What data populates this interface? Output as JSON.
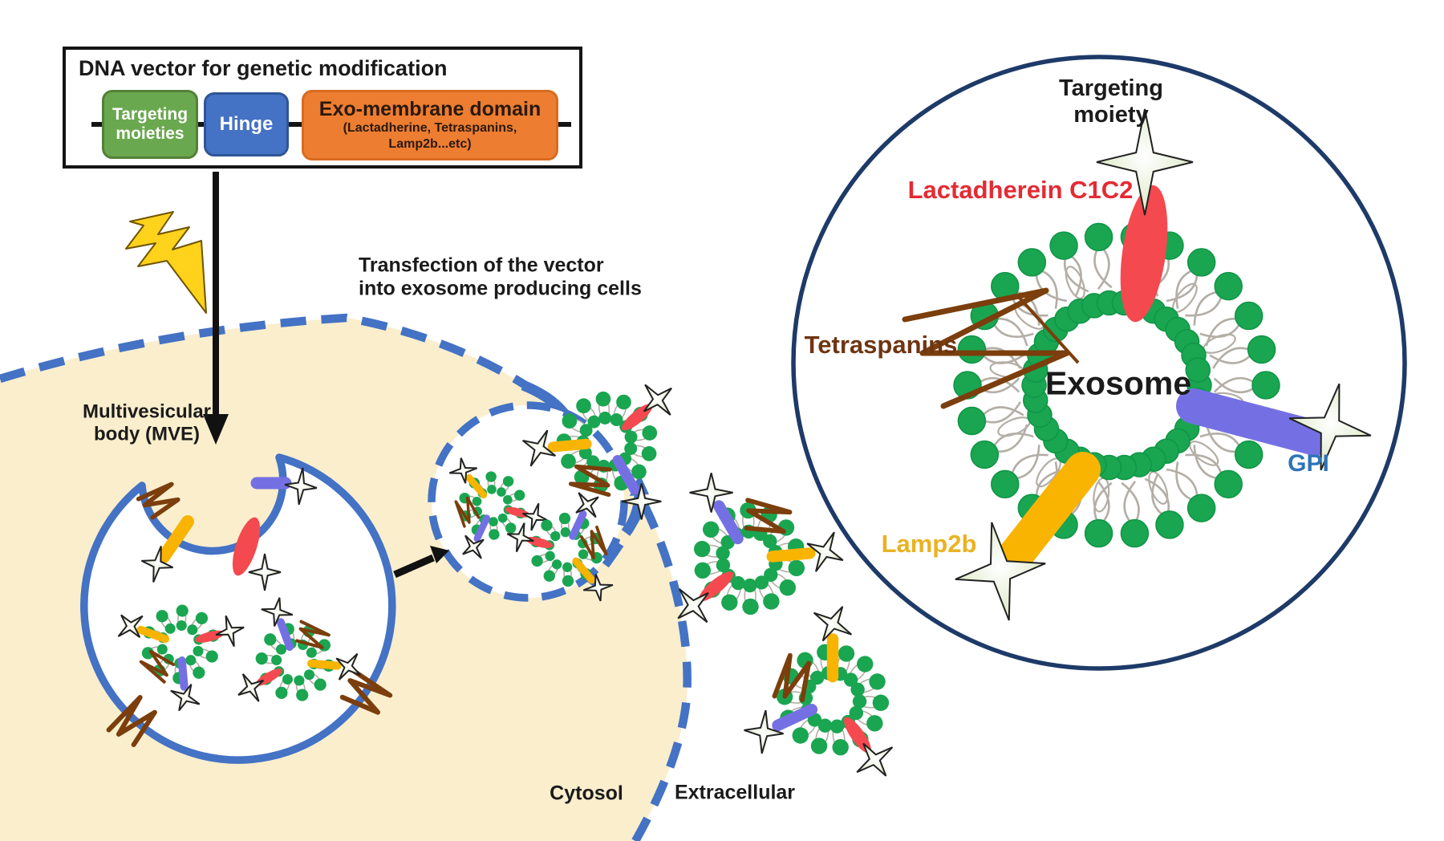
{
  "dna_box": {
    "title": "DNA vector for genetic modification",
    "domains": [
      {
        "line1": "Targeting",
        "line2": "moieties",
        "color": "#6aa84f"
      },
      {
        "line1": "Hinge",
        "color": "#4472c4"
      },
      {
        "line1": "Exo-membrane domain",
        "line2": "(Lactadherine, Tetraspanins, Lamp2b...etc)",
        "color": "#ed7d31"
      }
    ]
  },
  "annotations": {
    "transfection_line1": "Transfection of the vector",
    "transfection_line2": "into exosome producing cells",
    "mvb_line1": "Multivesicular",
    "mvb_line2": "body (MVE)",
    "cytosol": "Cytosol",
    "extracellular": "Extracellular"
  },
  "exosome_labels": {
    "targeting_line1": "Targeting",
    "targeting_line2": "moiety",
    "lactadherein": "Lactadherein C1C2",
    "tetraspanins": "Tetraspanins",
    "exosome": "Exosome",
    "gpi": "GPI",
    "lamp2b": "Lamp2b"
  },
  "colors": {
    "cytosol_fill": "#faeecd",
    "membrane_blue": "#4472c4",
    "outer_circle_navy": "#1d3a68",
    "lipid_green": "#1aa551",
    "lipid_green_edge": "#0f9546",
    "tail_gray": "#b3aea6",
    "lactadherein_red": "#f4494f",
    "gpi_purple": "#7470e4",
    "lamp2b_yellow": "#f8b400",
    "tetraspanin_brown": "#7b3e0c",
    "star_fill_light": "#ffffff",
    "star_fill_dark": "#d4e3b8",
    "star_edge": "#222222",
    "bolt_yellow": "#ffd21c",
    "bolt_edge": "#6f5500",
    "arrow_black": "#111111",
    "label_red": "#e42a33",
    "label_brown": "#6e3513",
    "label_blue": "#2d74b6",
    "label_gold": "#eab222",
    "label_black": "#1b1b1b"
  }
}
